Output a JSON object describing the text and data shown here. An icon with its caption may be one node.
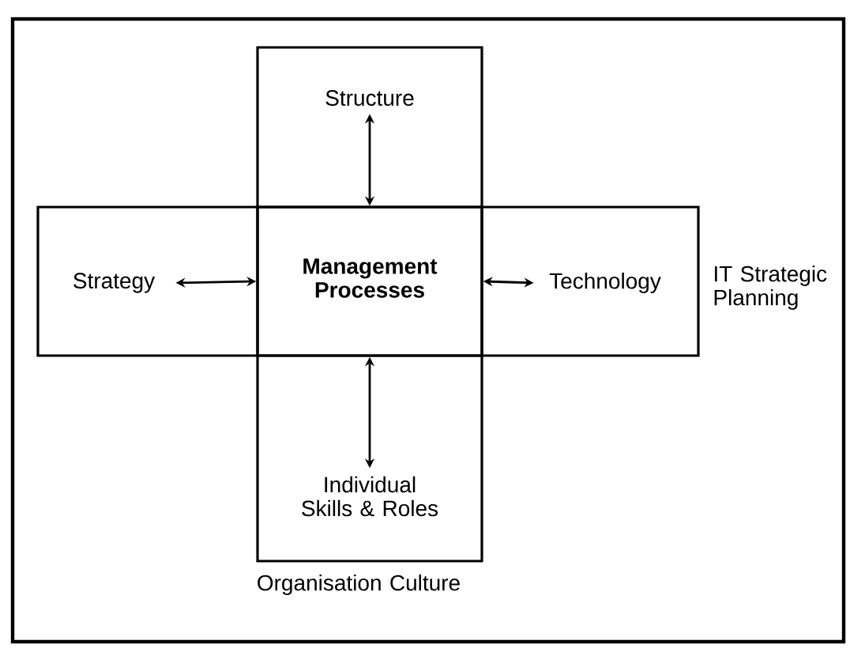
{
  "diagram": {
    "nodes": [
      {
        "text": [
          "Organisation Culture"
        ]
      },
      {
        "text": [
          "Structure"
        ],
        "in": 0
      },
      {
        "text": [
          "Strategy"
        ],
        "in": 0
      },
      {
        "text": [
          "Management Processes"
        ],
        "in": 0
      },
      {
        "text": [
          "Technology"
        ],
        "in": 0,
        "beside": [
          "IT Strategic Planning"
        ]
      },
      {
        "text": [
          "Individual Skills & Roles"
        ],
        "in": 0
      }
    ],
    "edges": [
      {
        "from": 1,
        "to": 3,
        "arrow": "both"
      },
      {
        "from": 2,
        "to": 3,
        "arrow": "both"
      },
      {
        "from": 3,
        "to": 4,
        "arrow": "both"
      },
      {
        "from": 3,
        "to": 5,
        "arrow": "both"
      }
    ]
  }
}
